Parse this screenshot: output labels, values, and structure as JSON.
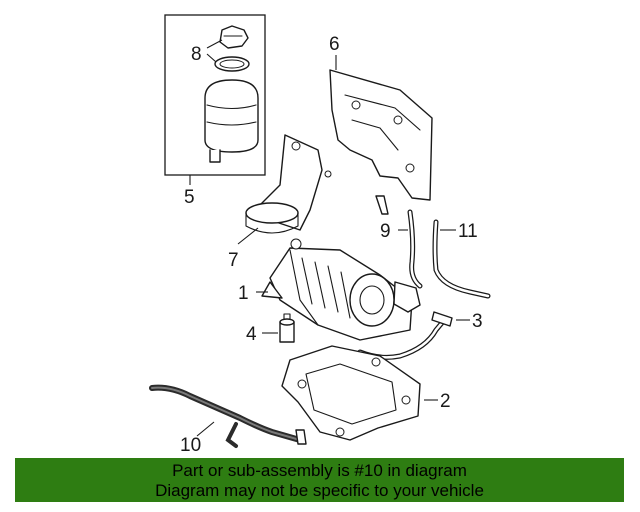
{
  "callouts": {
    "c1": "1",
    "c2": "2",
    "c3": "3",
    "c4": "4",
    "c5": "5",
    "c6": "6",
    "c7": "7",
    "c8": "8",
    "c9": "9",
    "c10": "10",
    "c11": "11"
  },
  "banner": {
    "line1": "Part or sub-assembly is #10 in diagram",
    "line2": "Diagram may not be specific to your vehicle"
  },
  "colors": {
    "banner_bg": "#2e7d12",
    "line_art": "#1a1a1a",
    "highlight_part": "#2b2b2b"
  }
}
